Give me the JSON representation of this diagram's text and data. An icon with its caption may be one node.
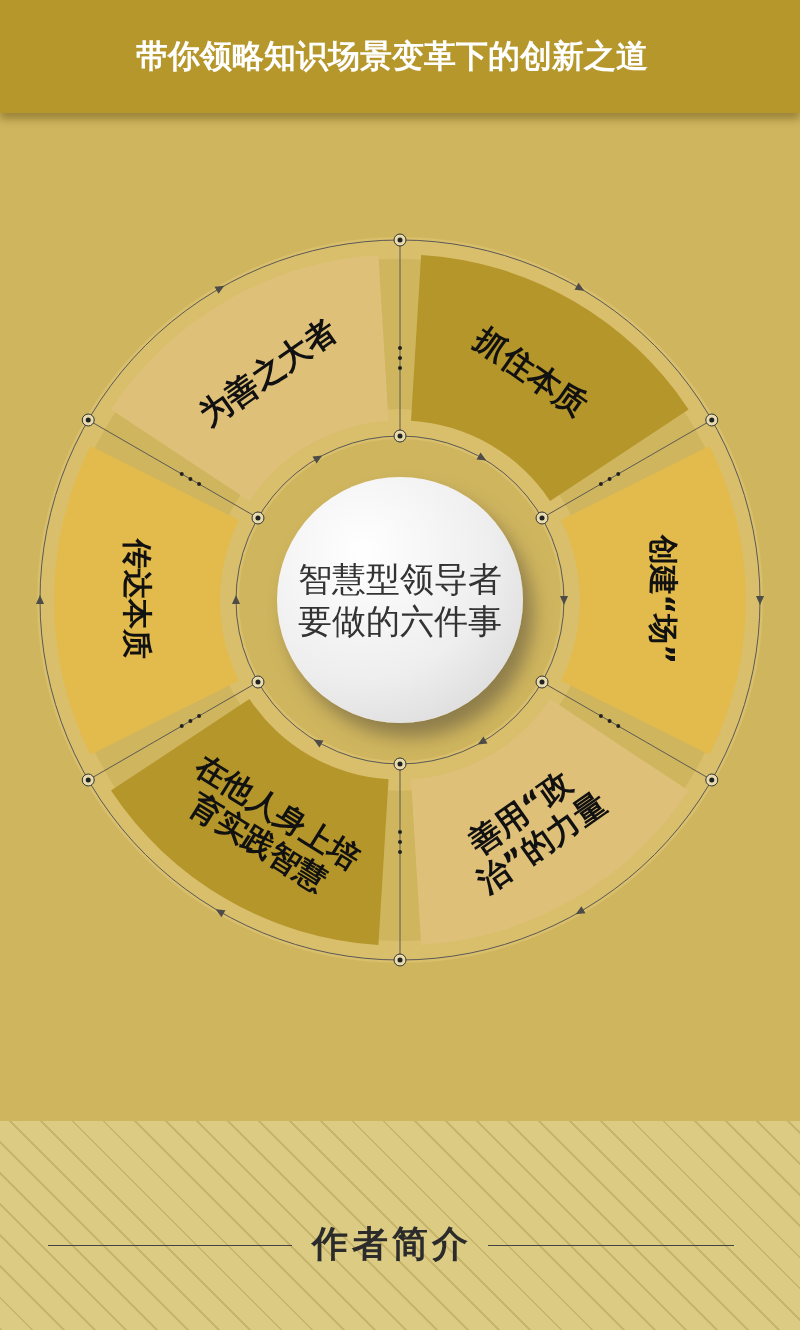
{
  "diagram": {
    "title": "带你领略知识场景变革下的创新之道",
    "nodes": [
      {
        "text": [
          "智慧型领导者要做的六件事"
        ]
      },
      {
        "text": [
          "为善之大者"
        ]
      },
      {
        "text": [
          "抓住本质"
        ]
      },
      {
        "text": [
          "创建“场”"
        ]
      },
      {
        "text": [
          "善用“政治”的力量"
        ]
      },
      {
        "text": [
          "在他人身上培育实践智慧"
        ]
      },
      {
        "text": [
          "传达本质"
        ]
      }
    ],
    "labels": [
      "作者简介"
    ]
  }
}
